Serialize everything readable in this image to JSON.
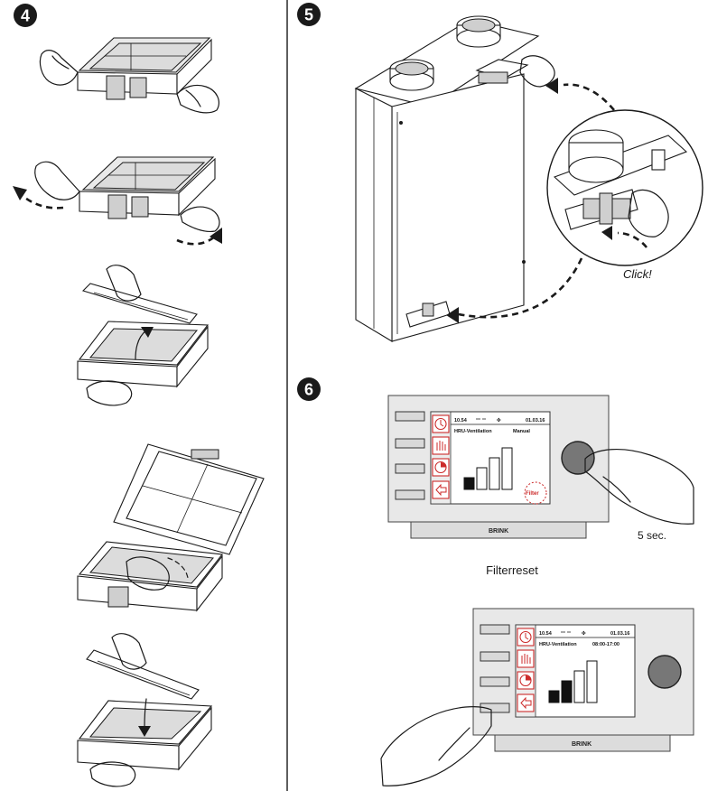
{
  "steps": {
    "step4": "4",
    "step5": "5",
    "step6": "6"
  },
  "unit_illustration": {
    "click_label": "Click!"
  },
  "panel_before": {
    "time": "10.54",
    "date": "01.03.16",
    "title": "HRU-Ventilation",
    "mode": "Manual",
    "filter_label": "Filter",
    "brand": "BRINK",
    "hold_label": "5 sec.",
    "bars": [
      {
        "fill": "black",
        "level": 1
      },
      {
        "fill": "white",
        "level": 2
      },
      {
        "fill": "white",
        "level": 3
      },
      {
        "fill": "white",
        "level": 4
      }
    ]
  },
  "caption": "Filterreset",
  "panel_after": {
    "time": "10.54",
    "date": "01.03.16",
    "title": "HRU-Ventilation",
    "schedule": "08:00-17:00",
    "brand": "BRINK",
    "bars": [
      {
        "fill": "black",
        "level": 1
      },
      {
        "fill": "black",
        "level": 2
      },
      {
        "fill": "white",
        "level": 3
      },
      {
        "fill": "white",
        "level": 4
      }
    ]
  },
  "icons": [
    "clock-icon",
    "hand-icon",
    "timer-icon",
    "back-arrow-icon",
    "fan-icon",
    "link-icon"
  ]
}
